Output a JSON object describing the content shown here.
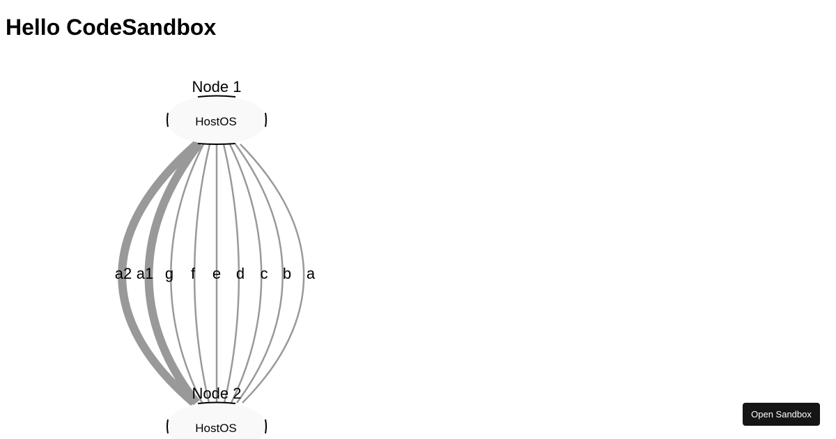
{
  "header": {
    "title": "Hello CodeSandbox"
  },
  "graph": {
    "nodes": [
      {
        "id": "node1",
        "title": "Node 1",
        "label": "HostOS"
      },
      {
        "id": "node2",
        "title": "Node 2",
        "label": "HostOS"
      }
    ],
    "edges": [
      {
        "label": "a2",
        "weight": "thick"
      },
      {
        "label": "a1",
        "weight": "thick"
      },
      {
        "label": "g",
        "weight": "thin"
      },
      {
        "label": "f",
        "weight": "thin"
      },
      {
        "label": "e",
        "weight": "thin"
      },
      {
        "label": "d",
        "weight": "thin"
      },
      {
        "label": "c",
        "weight": "thin"
      },
      {
        "label": "b",
        "weight": "thin"
      },
      {
        "label": "a",
        "weight": "thin"
      }
    ],
    "colors": {
      "edge": "#999999",
      "node_fill": "#f9f9f9",
      "node_border": "#000000"
    }
  },
  "footer": {
    "open_sandbox_label": "Open Sandbox"
  }
}
